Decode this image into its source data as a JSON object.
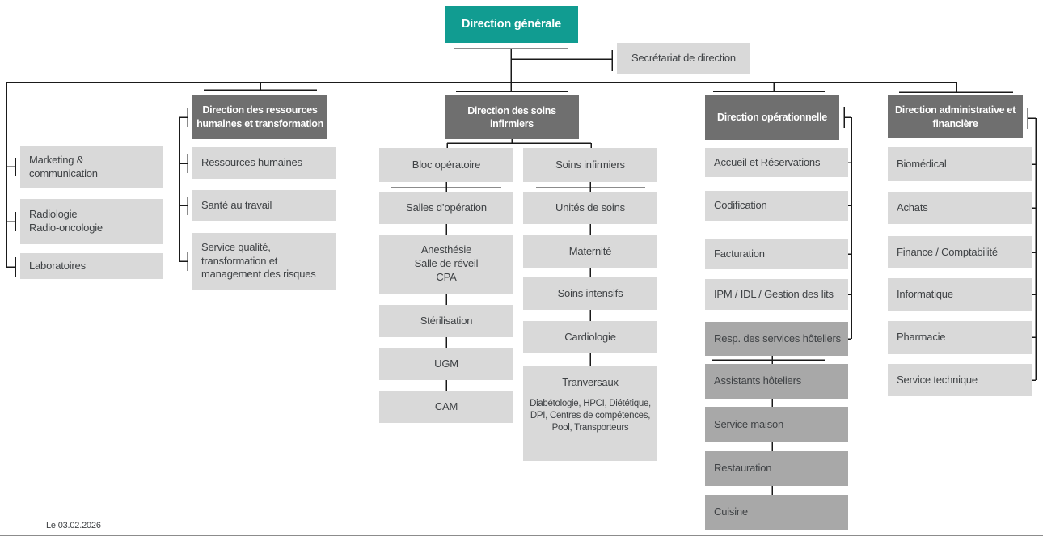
{
  "org_chart": {
    "colors": {
      "root_box": "#119c91",
      "header_box": "#6f6f6f",
      "unit_box": "#d9d9d9",
      "hotel_box": "#a8a8a8",
      "connector": "#1a1a1a",
      "text": "#3f4245"
    },
    "date_label": "Le 03.02.2026",
    "root_label": "Direction générale",
    "secretariat_label": "Secrétariat de direction",
    "left_items": [
      "Marketing &\ncommunication",
      "Radiologie\nRadio-oncologie",
      "Laboratoires"
    ],
    "hr": {
      "header": "Direction des ressources\nhumaines et transformation",
      "items": [
        "Ressources humaines",
        "Santé au travail",
        "Service qualité,\ntransformation et\nmanagement des risques"
      ]
    },
    "soins": {
      "header": "Direction des soins\ninfirmiers",
      "col_a": [
        "Bloc opératoire",
        "Salles d’opération",
        "Anesthésie\nSalle de réveil\nCPA",
        "Stérilisation",
        "UGM",
        "CAM"
      ],
      "col_b": [
        "Soins infirmiers",
        "Unités de soins",
        "Maternité",
        "Soins intensifs",
        "Cardiologie"
      ],
      "transversal_title": "Tranversaux",
      "transversal_sub": "Diabétologie, HPCI, Diététique,\nDPI, Centres de compétences,\nPool, Transporteurs"
    },
    "ops": {
      "header": "Direction opérationnelle",
      "items": [
        "Accueil et Réservations",
        "Codification",
        "Facturation",
        "IPM / IDL / Gestion des lits"
      ],
      "hotel_items": [
        "Resp. des services hôteliers",
        "Assistants hôteliers",
        "Service maison",
        "Restauration",
        "Cuisine"
      ]
    },
    "admin": {
      "header": "Direction administrative et\nfinancière",
      "items": [
        "Biomédical",
        "Achats",
        "Finance / Comptabilité",
        "Informatique",
        "Pharmacie",
        "Service technique"
      ]
    }
  }
}
